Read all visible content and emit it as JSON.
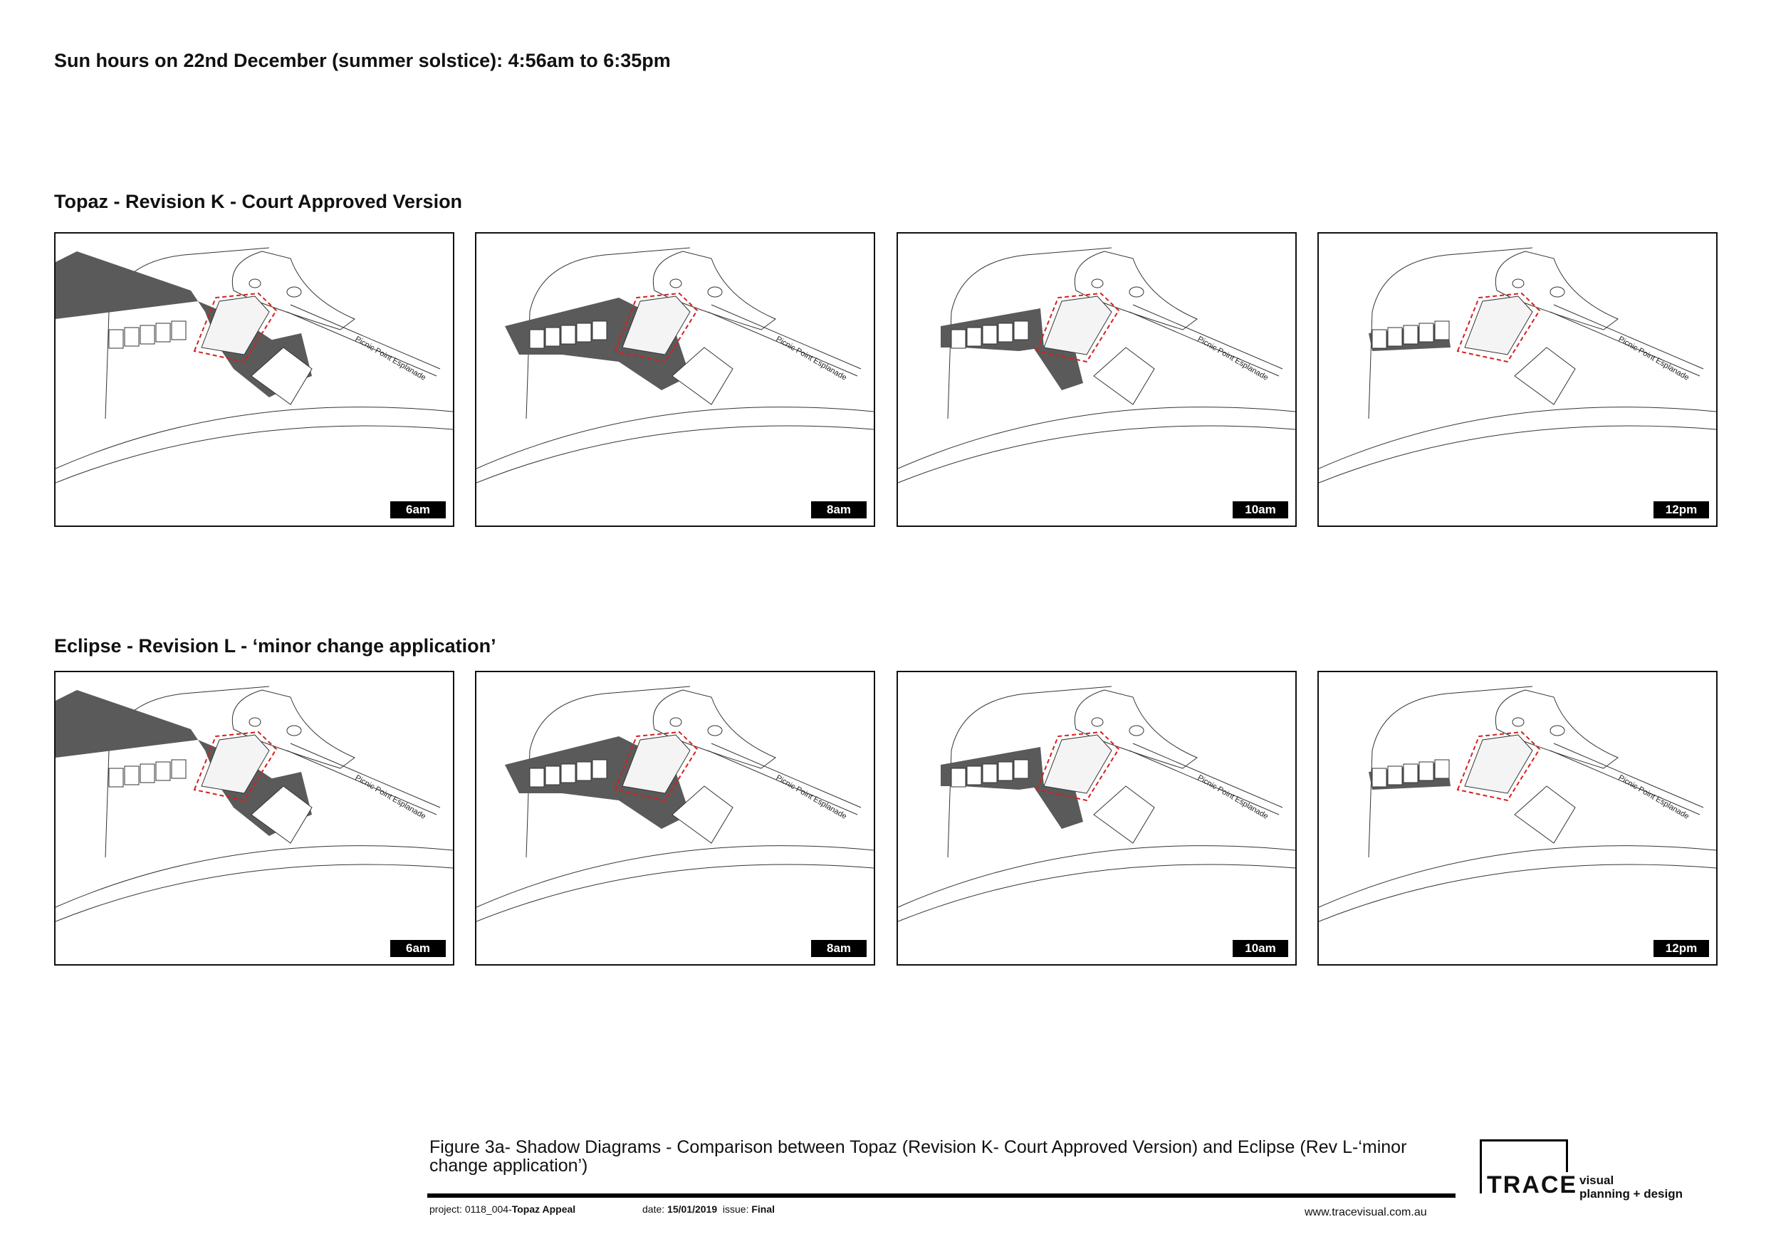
{
  "sheet": {
    "title": "Sun hours on 22nd December (summer solstice): 4:56am to 6:35pm"
  },
  "sections": [
    {
      "title": "Topaz - Revision K - Court Approved Version",
      "panels": [
        {
          "time": "6am",
          "street": "Picnic Point Esplanade"
        },
        {
          "time": "8am",
          "street": "Picnic Point Esplanade"
        },
        {
          "time": "10am",
          "street": "Picnic Point Esplanade"
        },
        {
          "time": "12pm",
          "street": "Picnic Point Esplanade"
        }
      ]
    },
    {
      "title": "Eclipse - Revision L - ‘minor change application’",
      "panels": [
        {
          "time": "6am",
          "street": "Picnic Point Esplanade"
        },
        {
          "time": "8am",
          "street": "Picnic Point Esplanade"
        },
        {
          "time": "10am",
          "street": "Picnic Point Esplanade"
        },
        {
          "time": "12pm",
          "street": "Picnic Point Esplanade"
        }
      ]
    }
  ],
  "footer": {
    "caption": "Figure 3a- Shadow Diagrams - Comparison between Topaz (Revision K- Court Approved Version) and Eclipse (Rev L-‘minor change application’)",
    "project_label": "project:",
    "project_value": "0118_004-",
    "project_name": "Topaz Appeal",
    "date_label": "date:",
    "date_value": "15/01/2019",
    "issue_label": "issue:",
    "issue_value": "Final",
    "website": "www.tracevisual.com.au",
    "logo_text": "TRACE",
    "logo_tagline_1": "visual",
    "logo_tagline_2": "planning + design"
  },
  "colors": {
    "shadow": "#5a5a5a",
    "site_boundary": "#d42020",
    "linework": "#333333"
  }
}
